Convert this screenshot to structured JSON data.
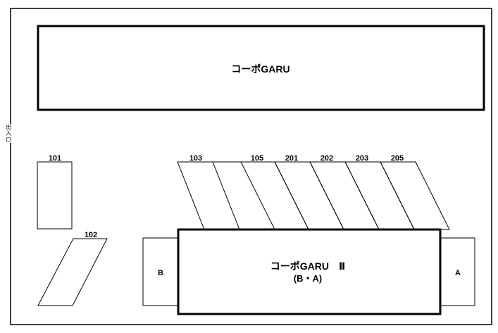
{
  "title": "",
  "buildings": {
    "garu": {
      "name": "コーポGARU"
    },
    "garu2": {
      "name": "コーポGARU　Ⅱ",
      "subtitle": "(B・A)"
    }
  },
  "entrance": {
    "label": "出\n入\nロ"
  },
  "parking_spaces": [
    "101",
    "102",
    "103",
    "105",
    "201",
    "202",
    "203",
    "205"
  ],
  "side_units": {
    "left": "B",
    "right": "A"
  }
}
